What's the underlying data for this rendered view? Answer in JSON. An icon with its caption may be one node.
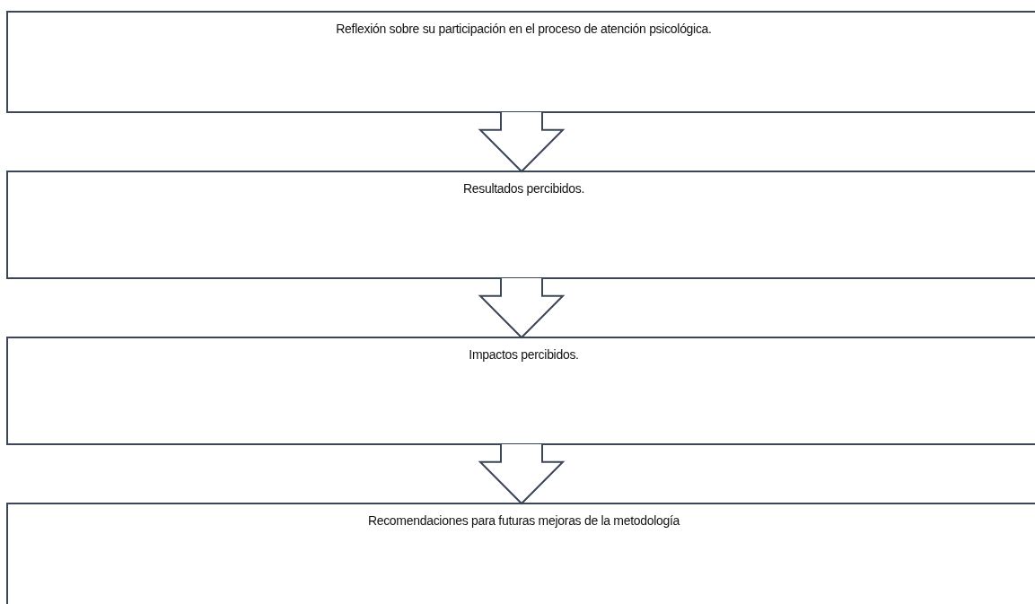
{
  "diagram": {
    "nodes": [
      {
        "text": [
          "Reflexión sobre su participación en el proceso de atención psicológica."
        ]
      },
      {
        "text": [
          "Resultados percibidos."
        ]
      },
      {
        "text": [
          "Impactos percibidos."
        ]
      },
      {
        "text": [
          "Recomendaciones para futuras mejoras de la metodología"
        ]
      }
    ],
    "edges": [
      {
        "from": 0,
        "to": 1,
        "arrow": "to"
      },
      {
        "from": 1,
        "to": 2,
        "arrow": "to"
      },
      {
        "from": 2,
        "to": 3,
        "arrow": "to"
      }
    ]
  }
}
